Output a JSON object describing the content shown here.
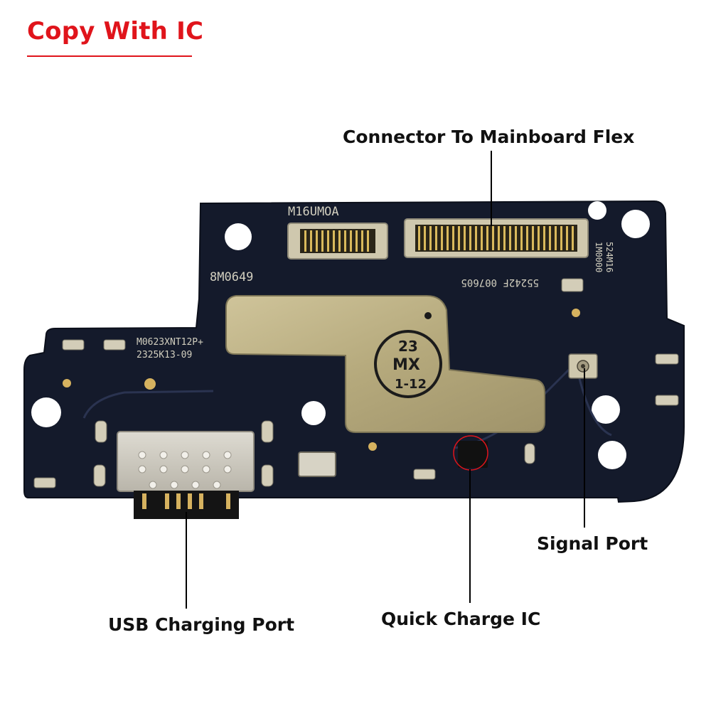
{
  "banner": {
    "text": "Copy With IC",
    "color": "#e0141b"
  },
  "callouts": {
    "connector": "Connector To Mainboard Flex",
    "signal": "Signal Port",
    "usb": "USB Charging Port",
    "quick_charge": "Quick Charge IC"
  },
  "board_markings": {
    "model": "M16UMOA",
    "code_left": "8M0649",
    "code_right": "55242F 007605",
    "line1": "M0623XNT12P+",
    "line2": "2325K13-09",
    "vertical_code1": "524M16",
    "vertical_code2": "1M0000",
    "stamp_line1": "23",
    "stamp_line2": "MX",
    "stamp_line3": "1-12"
  },
  "colors": {
    "pcb": "#141a2b",
    "gold": "#d6b25f",
    "shield": "#b9ad82",
    "connector_metal": "#c8c1a6",
    "leader": "#000000"
  }
}
